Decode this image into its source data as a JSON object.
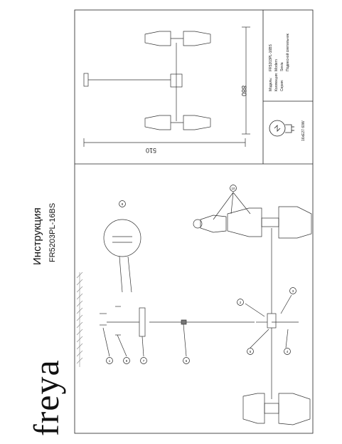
{
  "brand": {
    "logo_text": "freya"
  },
  "header": {
    "title": "Инструкция",
    "model_code": "FR5203PL-16BS"
  },
  "dimensions": {
    "height_value": "880",
    "width_value": "510"
  },
  "specs": {
    "rows": [
      {
        "label": "Модель:",
        "value": "FR5203PL-16BS"
      },
      {
        "label": "Коллекция:",
        "value": "Modern"
      },
      {
        "label": "Серия:",
        "value": "Sevia"
      },
      {
        "label": "",
        "value": "Подвесной светильник"
      }
    ],
    "lamp_label": "16xE27 60W"
  },
  "callouts": {
    "numbers": [
      "1",
      "2",
      "3",
      "4",
      "5",
      "6",
      "7",
      "8",
      "9",
      "10"
    ]
  }
}
